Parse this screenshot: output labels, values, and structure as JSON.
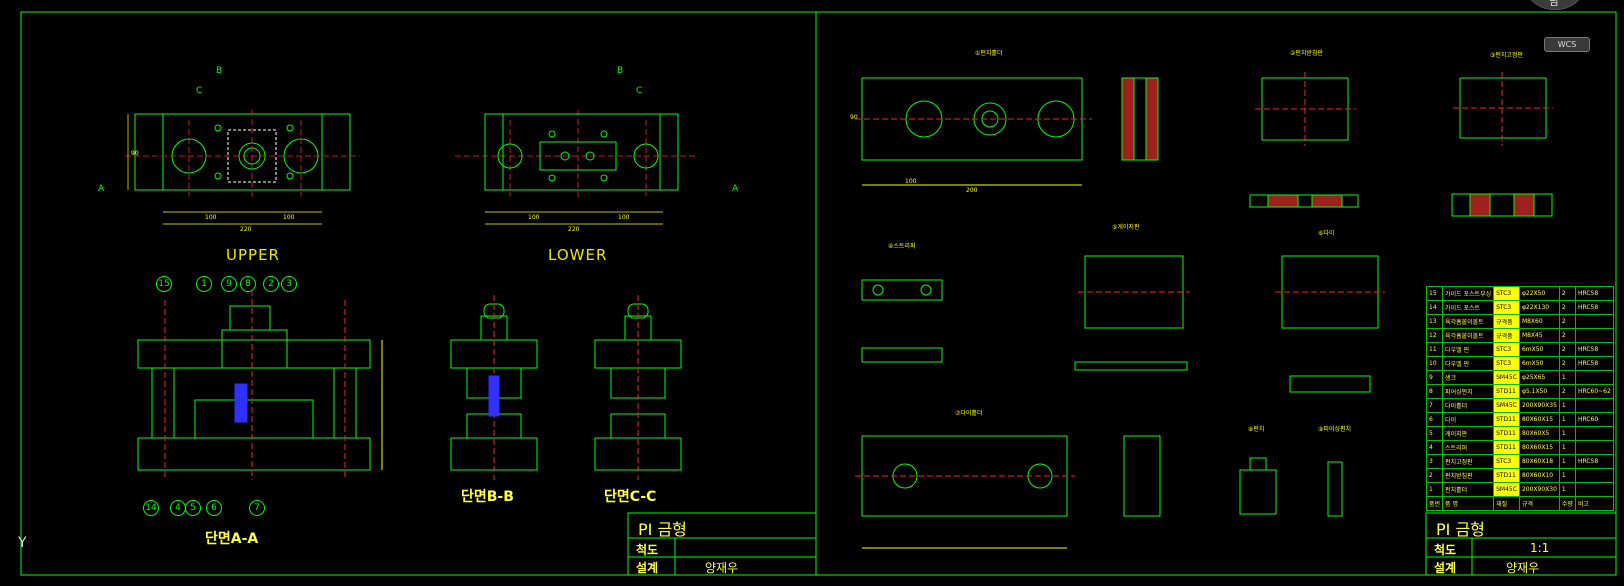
{
  "viewport": {
    "ucs_y_label": "Y"
  },
  "nav": {
    "wcs_label": "WCS",
    "compass_label": "남"
  },
  "left_sheet": {
    "upper_label": "UPPER",
    "lower_label": "LOWER",
    "section_aa_label": "단면A-A",
    "section_bb_label": "단면B-B",
    "section_cc_label": "단면C-C",
    "cut_b": "B",
    "cut_c": "C",
    "cut_a": "A",
    "balloons_top": [
      "15",
      "1",
      "9",
      "8",
      "2",
      "3"
    ],
    "balloons_bottom": [
      "14",
      "4",
      "5",
      "6",
      "7"
    ],
    "title_block": {
      "title": "PI 금형",
      "scale_key": "척도",
      "scale_value": "",
      "designer_key": "설계",
      "designer_value": "양재우"
    }
  },
  "right_sheet": {
    "part_titles": {
      "punch_holder": "①펀치홀더",
      "backing_plate": "②펀치받침판",
      "punch_plate": "③펀치고정판",
      "stripper": "④스트리퍼",
      "gauge_plate": "⑤게이지판",
      "die": "⑥다이",
      "die_holder": "⑦다이홀더",
      "punch": "⑧펀치",
      "pierce_punch": "⑨피어싱펀치"
    },
    "bom_rows": [
      [
        "15",
        "가이드 포스트부싱",
        "STC3",
        "φ22X50",
        "2",
        "HRC58"
      ],
      [
        "14",
        "가이드 포스트",
        "STC3",
        "φ22X130",
        "2",
        "HRC58"
      ],
      [
        "13",
        "육각홈붙이볼트",
        "규격품",
        "M8X60",
        "2",
        ""
      ],
      [
        "12",
        "육각홈붙이볼트",
        "규격품",
        "M8X45",
        "2",
        ""
      ],
      [
        "11",
        "다우엘 핀",
        "STC3",
        "6mX50",
        "2",
        "HRC58"
      ],
      [
        "10",
        "다우엘 핀",
        "STC3",
        "6mX50",
        "2",
        "HRC58"
      ],
      [
        "9",
        "생크",
        "SM45C",
        "φ25X65",
        "1",
        ""
      ],
      [
        "8",
        "피어싱펀치",
        "STD11",
        "φ5.1X50",
        "2",
        "HRC60~62"
      ],
      [
        "7",
        "다이홀더",
        "SM45C",
        "200X90X35",
        "1",
        ""
      ],
      [
        "6",
        "다이",
        "STD11",
        "80X60X15",
        "1",
        "HRC60"
      ],
      [
        "5",
        "게이지판",
        "STD11",
        "80X60X5",
        "1",
        ""
      ],
      [
        "4",
        "스트리퍼",
        "STD11",
        "80X60X15",
        "1",
        ""
      ],
      [
        "3",
        "펀치고정판",
        "STC3",
        "80X60X18",
        "1",
        "HRC58"
      ],
      [
        "2",
        "펀치받침판",
        "STD11",
        "80X60X10",
        "1",
        ""
      ],
      [
        "1",
        "펀치홀더",
        "SM45C",
        "200X90X30",
        "1",
        ""
      ]
    ],
    "bom_header": [
      "품번",
      "품 명",
      "재질",
      "규격",
      "수량",
      "비고"
    ],
    "title_block": {
      "title": "PI 금형",
      "scale_key": "척도",
      "scale_value": "1:1",
      "designer_key": "설계",
      "designer_value": "양재우"
    }
  },
  "dims": {
    "upper_total": "220",
    "upper_a": "100",
    "upper_b": "100",
    "upper_h": "90",
    "lower_total": "220",
    "lower_a": "100",
    "lower_b": "100",
    "ph_total": "200",
    "ph_w": "100",
    "ph_h": "90"
  },
  "colors": {
    "frame": "#00ff00",
    "center": "#ff2020",
    "dim": "#ffff00",
    "hatch": "#ff4040",
    "blue": "#3030ff"
  }
}
